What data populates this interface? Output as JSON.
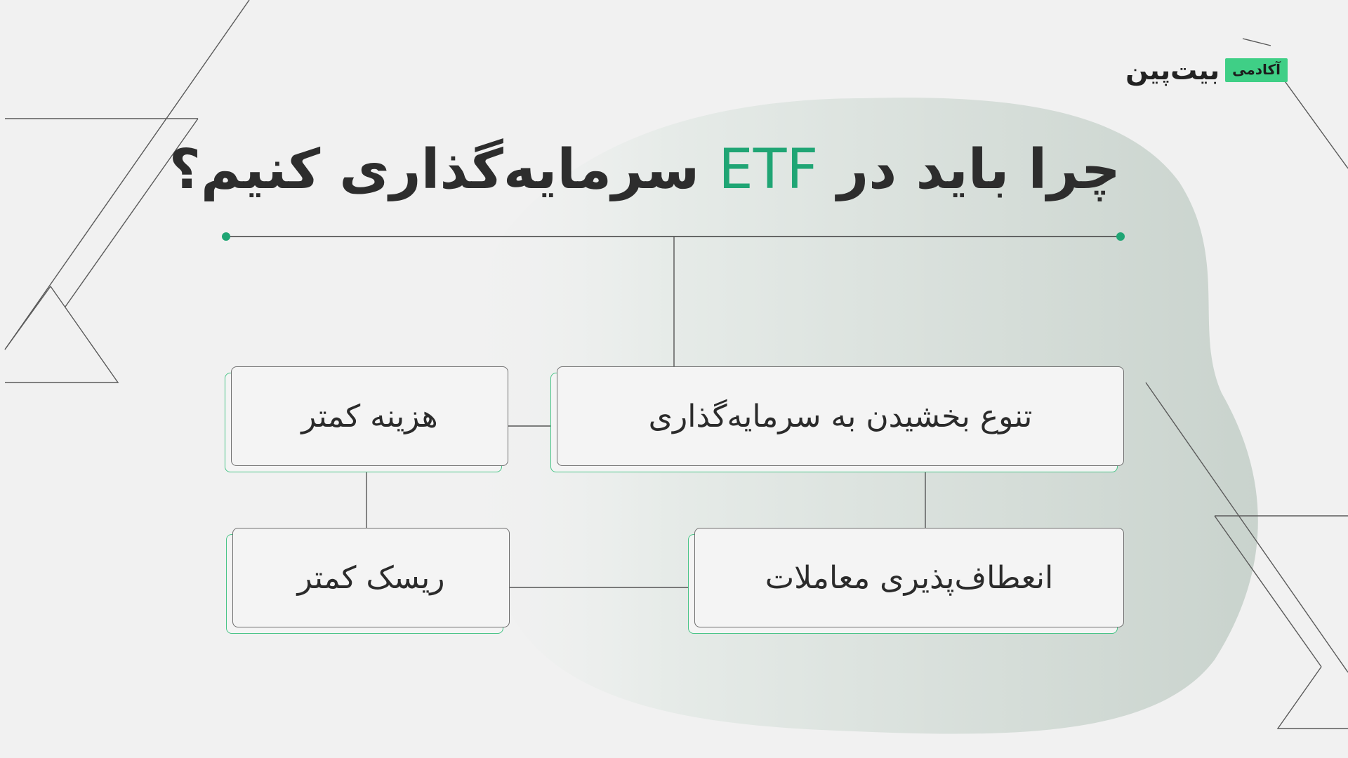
{
  "brand": {
    "name": "بیت‌پین",
    "badge": "آکادمی",
    "accent_color": "#3fcf86"
  },
  "title": {
    "before": "چرا باید در",
    "highlight": "ETF",
    "after": "سرمایه‌گذاری کنیم؟",
    "highlight_color": "#1fa574"
  },
  "nodes": {
    "diversification": "تنوع بخشیدن به سرمایه‌گذاری",
    "lower_cost": "هزینه کمتر",
    "flexibility": "انعطاف‌پذیری معاملات",
    "lower_risk": "ریسک کمتر"
  }
}
